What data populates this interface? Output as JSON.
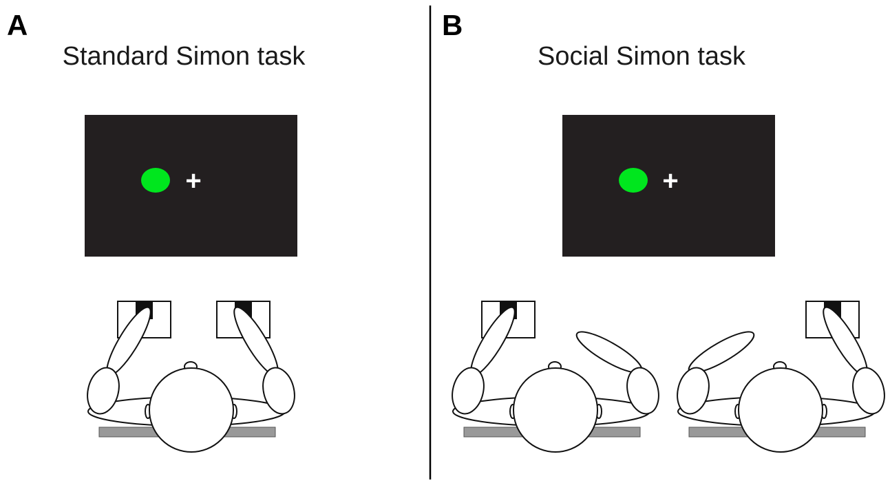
{
  "panels": [
    {
      "letter": "A",
      "title": "Standard Simon task",
      "participants": 1
    },
    {
      "letter": "B",
      "title": "Social Simon task",
      "participants": 2
    }
  ],
  "stimulus": {
    "shape": "circle",
    "fixation": "+"
  },
  "colors": {
    "screen": "#231f20",
    "stimulus": "#00e61e",
    "fixation": "#ffffff",
    "table": "#999999",
    "outline": "#111111",
    "key": "#111111"
  },
  "icons": [
    "monitor-screen",
    "response-key",
    "participant-top-view"
  ]
}
